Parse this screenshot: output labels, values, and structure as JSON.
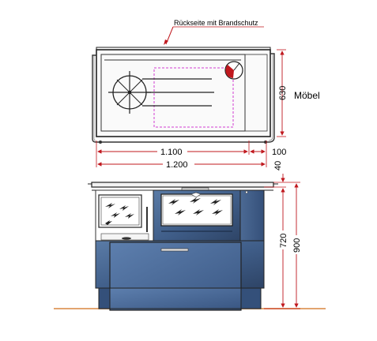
{
  "annotation": {
    "text": "Rückseite mit Brandschutz"
  },
  "side_label": {
    "text": "Möbel"
  },
  "dimensions": {
    "top_depth": "630",
    "width_inner": "1.100",
    "width_total": "1.200",
    "clearance_side": "100",
    "top_thickness": "40",
    "body_height": "720",
    "total_height": "900"
  },
  "colors": {
    "red_dim": "#c0181e",
    "magenta_dashed": "#d23cd2",
    "body_blue": "#3f5b85",
    "floor": "#e2a56f",
    "outline": "#222222"
  }
}
